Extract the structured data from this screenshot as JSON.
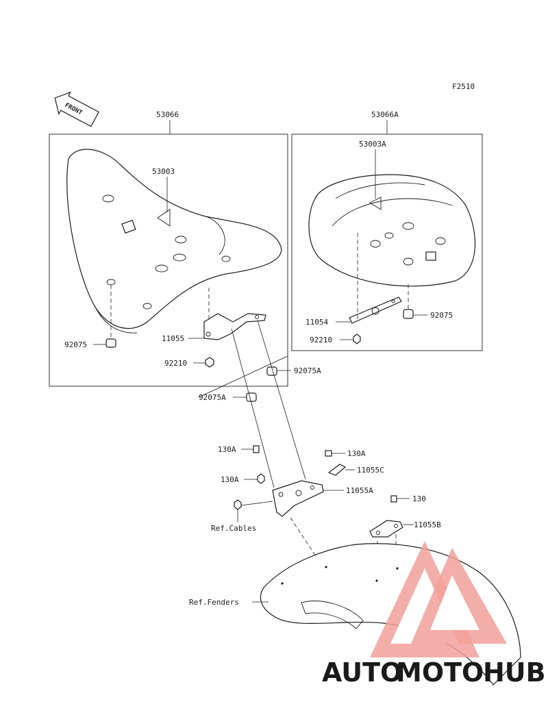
{
  "figure_code": "F2510",
  "front_label": "FRONT",
  "labels": {
    "seat_assy": "53066",
    "seat_cover": "53003",
    "damper_left": "92075",
    "bracket_seat": "11055",
    "nut_seat": "92210",
    "damper_a1": "92075A",
    "damper_a2": "92075A",
    "bolt_a1": "130A",
    "bolt_a2": "130A",
    "bolt_a3": "130A",
    "bracket_c": "11055C",
    "bracket_a": "11055A",
    "bolt_130": "130",
    "bracket_b": "11055B",
    "ref_cables": "Ref.Cables",
    "ref_fenders": "Ref.Fenders",
    "pillion_assy": "53066A",
    "pillion_cover": "53003A",
    "bracket_pillion": "11054",
    "damper_right": "92075",
    "nut_pillion": "92210"
  },
  "watermark": {
    "part1": "AUTO",
    "part2": "MOTO",
    "part3": "HUB",
    "color_orange": "#f5b25a",
    "color_red": "#f08a80",
    "color_gray": "#8a8a8a"
  }
}
